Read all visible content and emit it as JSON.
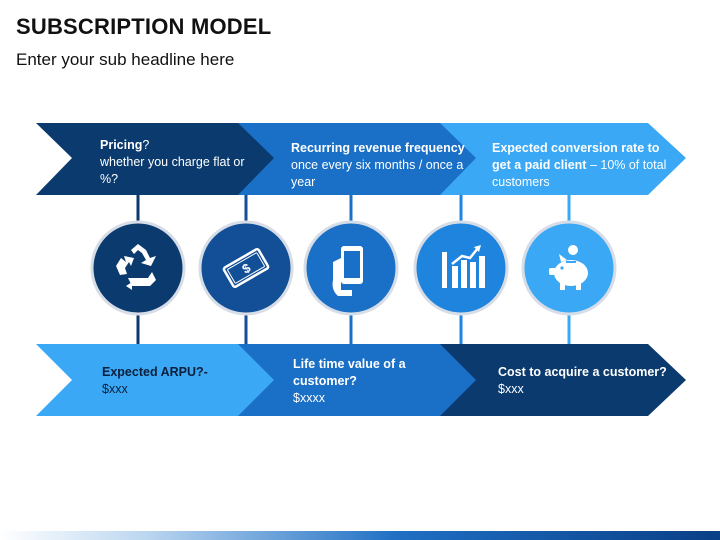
{
  "title": "SUBSCRIPTION MODEL",
  "subtitle": "Enter your sub headline here",
  "colors": {
    "navy": "#0b3a6e",
    "mid": "#1a6fc6",
    "light": "#3aa8f5"
  },
  "top_steps": [
    {
      "bold": "Pricing",
      "rest_inline": "?",
      "text": "whether you charge flat or %?",
      "color": "#0b3a6e"
    },
    {
      "bold": "Recurring revenue frequency",
      "rest_inline": "",
      "text": "once every six months / once a year",
      "color": "#1a6fc6"
    },
    {
      "bold": "Expected conversion rate to get a paid client",
      "rest_inline": "",
      "text": " – 10% of total customers",
      "color": "#3aa8f5"
    }
  ],
  "bottom_steps": [
    {
      "bold": "Expected ARPU?-",
      "text": "$xxx",
      "color": "#3aa8f5"
    },
    {
      "bold": "Life time value of a customer?",
      "text": "$xxxx",
      "color": "#1a6fc6"
    },
    {
      "bold": "Cost to acquire a customer?",
      "text": "$xxx",
      "color": "#0b3a6e"
    }
  ],
  "icons": [
    {
      "name": "recycle-icon",
      "color": "#0b3a6e"
    },
    {
      "name": "money-icon",
      "color": "#124f96"
    },
    {
      "name": "smartphone-hand-icon",
      "color": "#1a6fc6"
    },
    {
      "name": "bar-chart-icon",
      "color": "#1f84de"
    },
    {
      "name": "piggy-bank-icon",
      "color": "#3aa8f5"
    }
  ]
}
